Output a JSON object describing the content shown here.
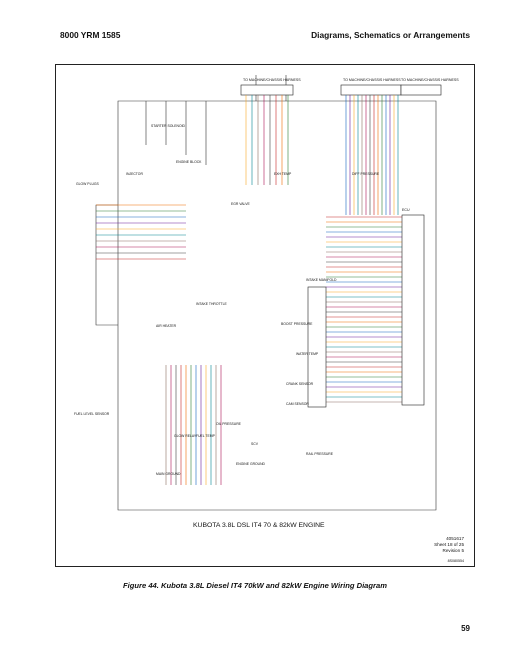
{
  "header": {
    "left": "8000 YRM 1585",
    "right": "Diagrams, Schematics or Arrangements"
  },
  "diagram": {
    "engine_title": "KUBOTA 3.8L DSL IT4 70 & 82kW ENGINE",
    "drawing_number": "4051617",
    "sheet": "Sheet 18 of 25",
    "revision": "Revision 5",
    "image_id": "8S080554",
    "labels": {
      "to_chassis_1": "TO MACHINE/CHASSIS HARNESS",
      "to_chassis_2": "TO MACHINE/CHASSIS HARNESS",
      "to_chassis_3": "TO MACHINE/CHASSIS HARNESS",
      "starter": "STARTER SOLENOID",
      "engine_block": "ENGINE BLOCK",
      "injector": "INJECTOR",
      "exhaust_gas_temp": "EXH TEMP",
      "exhaust_pressure": "DIFF PRESSURE",
      "intake": "INTAKE MANIFOLD",
      "boost": "BOOST PRESSURE",
      "fuel_level": "FUEL LEVEL SENSOR",
      "water_temp": "WATER TEMP",
      "crank": "CRANK SENSOR",
      "cam": "CAM SENSOR",
      "oil_pressure": "OIL PRESSURE",
      "glow_relay": "GLOW RELAY",
      "glow_plugs": "GLOW PLUGS",
      "egr": "EGR VALVE",
      "throttle": "INTAKE THROTTLE",
      "ecu": "ECU",
      "rail_pressure": "RAIL PRESSURE",
      "scv": "SCV",
      "air_heater": "AIR HEATER",
      "fuel_temp": "FUEL TEMP",
      "engine_ground": "ENGINE GROUND",
      "main_ground": "MAIN GROUND"
    }
  },
  "caption": "Figure 44. Kubota 3.8L Diesel IT4 70kW and 82kW Engine Wiring Diagram",
  "page_number": "59"
}
